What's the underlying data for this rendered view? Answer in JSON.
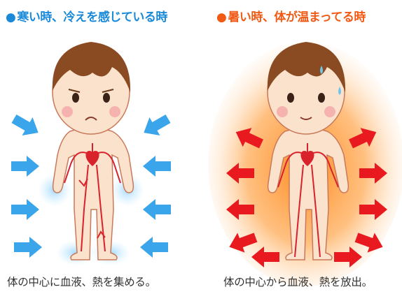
{
  "cold": {
    "bullet": "●",
    "heading": "寒い時、冷えを感じている時",
    "caption": "体の中心に血液、熱を集める。",
    "accent": "#1a8ad8",
    "arrow_color": "#3aa5ea"
  },
  "hot": {
    "bullet": "●",
    "heading": "暑い時、体が温まってる時",
    "caption": "体の中心から血液、熱を放出。",
    "accent": "#f05a14",
    "arrow_color": "#e8191f"
  }
}
